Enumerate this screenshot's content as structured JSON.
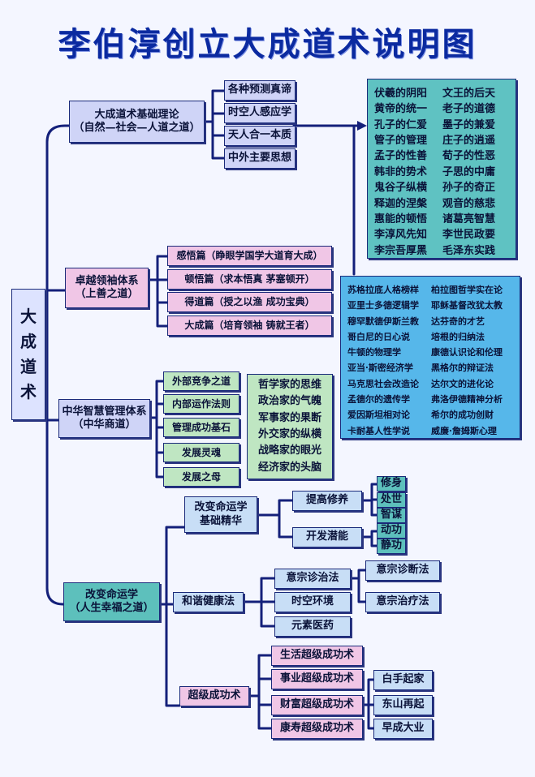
{
  "title": "李伯淳创立大成道术说明图",
  "root": [
    "大",
    "成",
    "道",
    "术"
  ],
  "branches": {
    "basic_theory": {
      "line1": "大成道术基础理论",
      "line2": "（自然—社会—人道之道）",
      "items": [
        "各种预测真谛",
        "时空人感应学",
        "天人合一本质",
        "中外主要思想"
      ]
    },
    "leadership": {
      "line1": "卓越领袖体系",
      "line2": "（上善之道）",
      "items": [
        "感悟篇（睁眼学国学大道育大成）",
        "顿悟篇（求本悟真 茅塞顿开）",
        "得道篇（授之以渔 成功宝典）",
        "大成篇（培育领袖 铸就王者）"
      ]
    },
    "management": {
      "line1": "中华智慧管理体系",
      "line2": "（中华商道）",
      "items": [
        "外部竞争之道",
        "内部运作法则",
        "管理成功基石",
        "发展灵魂",
        "发展之母"
      ],
      "strategists": [
        "哲学家的思维",
        "政治家的气魄",
        "军事家的果断",
        "外交家的纵横",
        "战略家的眼光",
        "经济家的头脑"
      ]
    },
    "destiny": {
      "line1": "改变命运学",
      "line2": "（人生幸福之道）",
      "foundation": {
        "line1": "改变命运学",
        "line2": "基础精华",
        "improve": "提高修养",
        "improve_items": [
          "修身",
          "处世",
          "智谋"
        ],
        "potential": "开发潜能",
        "potential_items": [
          "动功",
          "静功"
        ]
      },
      "health": {
        "label": "和谐健康法",
        "items": [
          "意宗诊治法",
          "时空环境",
          "元素医药"
        ],
        "sub_items": [
          "意宗诊断法",
          "意宗治疗法"
        ]
      },
      "success": {
        "label": "超级成功术",
        "items": [
          "生活超级成功术",
          "事业超级成功术",
          "财富超级成功术",
          "康寿超级成功术"
        ],
        "sub_items": [
          "白手起家",
          "东山再起",
          "早成大业"
        ]
      }
    }
  },
  "chinese_thinkers": [
    "伏羲的阴阳",
    "文王的后天",
    "黄帝的统一",
    "老子的道德",
    "孔子的仁爱",
    "墨子的兼爱",
    "管子的管理",
    "庄子的逍遥",
    "孟子的性善",
    "荀子的性恶",
    "韩非的势术",
    "子思的中庸",
    "鬼谷子纵横",
    "孙子的奇正",
    "释迦的涅槃",
    "观音的慈悲",
    "惠能的顿悟",
    "诸葛亮智慧",
    "李淳风先知",
    "李世民政要",
    "李宗吾厚黑",
    "毛泽东实践"
  ],
  "western_thinkers": [
    "苏格拉底人格榜样",
    "柏拉图哲学实在论",
    "亚里士多德逻辑学",
    "耶稣基督改犹太教",
    "穆罕默德伊斯兰教",
    "达芬奇的才艺",
    "哥白尼的日心说",
    "培根的归纳法",
    "牛顿的物理学",
    "康德认识论和伦理",
    "亚当·斯密经济学",
    "黑格尔的辩证法",
    "马克思社会改造论",
    "达尔文的进化论",
    "孟德尔的遗传学",
    "弗洛伊德精神分析",
    "爱因斯坦相对论",
    "希尔的成功创财",
    "卡耐基人性学说",
    "威廉·詹姆斯心理"
  ]
}
